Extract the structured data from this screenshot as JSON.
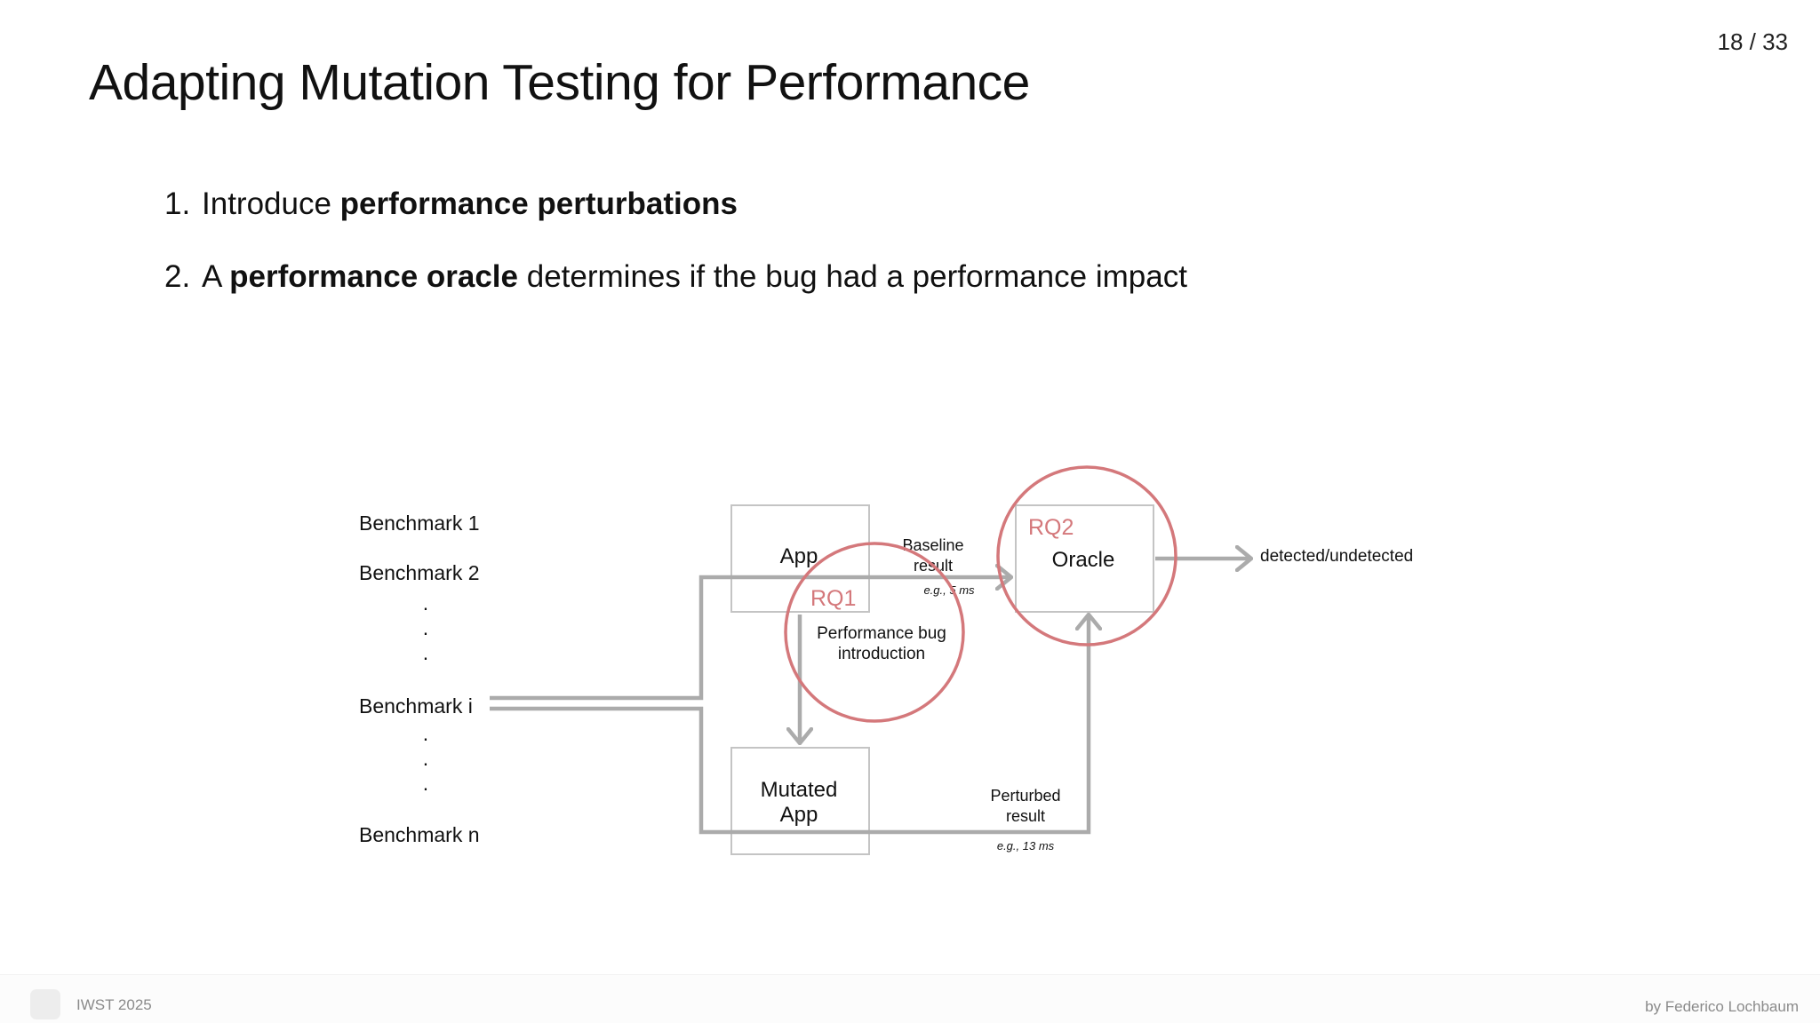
{
  "slide": {
    "page_number": "18 / 33",
    "title": "Adapting Mutation Testing for Performance",
    "points": [
      {
        "number": "1.",
        "before": "Introduce ",
        "bold": "performance perturbations",
        "after": ""
      },
      {
        "number": "2.",
        "before": "A ",
        "bold": "performance oracle",
        "after": " determines if the bug had a performance impact"
      }
    ]
  },
  "diagram": {
    "benchmarks": {
      "first": "Benchmark 1",
      "second": "Benchmark 2",
      "middle": "Benchmark i",
      "last": "Benchmark n",
      "ellipsis_dot": "."
    },
    "app_box": "App",
    "mutated_app_line1": "Mutated",
    "mutated_app_line2": "App",
    "oracle_box": "Oracle",
    "baseline_line1": "Baseline",
    "baseline_line2": "result",
    "baseline_example": "e.g., 5 ms",
    "perturbed_line1": "Perturbed",
    "perturbed_line2": "result",
    "perturbed_example": "e.g., 13 ms",
    "output_label": "detected/undetected",
    "rq1_label": "RQ1",
    "rq1_caption_line1": "Performance bug",
    "rq1_caption_line2": "introduction",
    "rq2_label": "RQ2",
    "colors": {
      "flow": "#ababab",
      "box_border": "#c4c4c4",
      "rq_highlight": "#d4787b"
    }
  },
  "footer": {
    "left": "IWST 2025",
    "right": "by Federico Lochbaum"
  }
}
